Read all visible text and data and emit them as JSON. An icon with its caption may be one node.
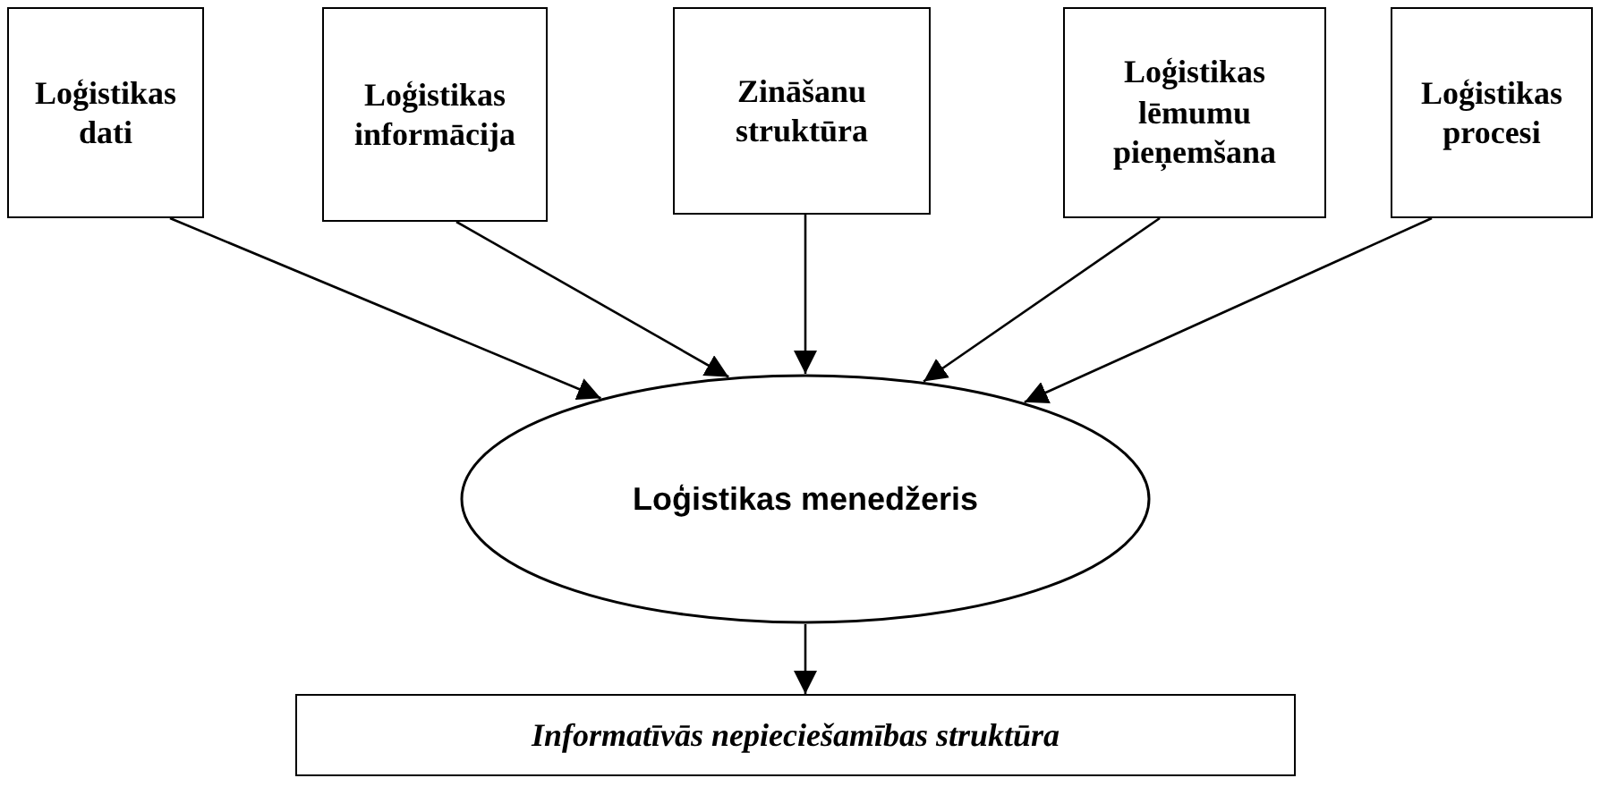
{
  "diagram": {
    "nodes": [
      {
        "text": [
          "Loģistikas dati"
        ]
      },
      {
        "text": [
          "Loģistikas informācija"
        ]
      },
      {
        "text": [
          "Zināšanu struktūra"
        ]
      },
      {
        "text": [
          "Loģistikas lēmumu pieņemšana"
        ]
      },
      {
        "text": [
          "Loģistikas procesi"
        ]
      },
      {
        "text": [
          "Loģistikas menedžeris"
        ]
      },
      {
        "text": [
          "Informatīvās nepieciešamības struktūra"
        ]
      }
    ],
    "edges": [
      {
        "from": 0,
        "to": 5,
        "arrow": "to"
      },
      {
        "from": 1,
        "to": 5,
        "arrow": "to"
      },
      {
        "from": 2,
        "to": 5,
        "arrow": "to"
      },
      {
        "from": 3,
        "to": 5,
        "arrow": "to"
      },
      {
        "from": 4,
        "to": 5,
        "arrow": "to"
      },
      {
        "from": 5,
        "to": 6,
        "arrow": "to"
      }
    ]
  }
}
